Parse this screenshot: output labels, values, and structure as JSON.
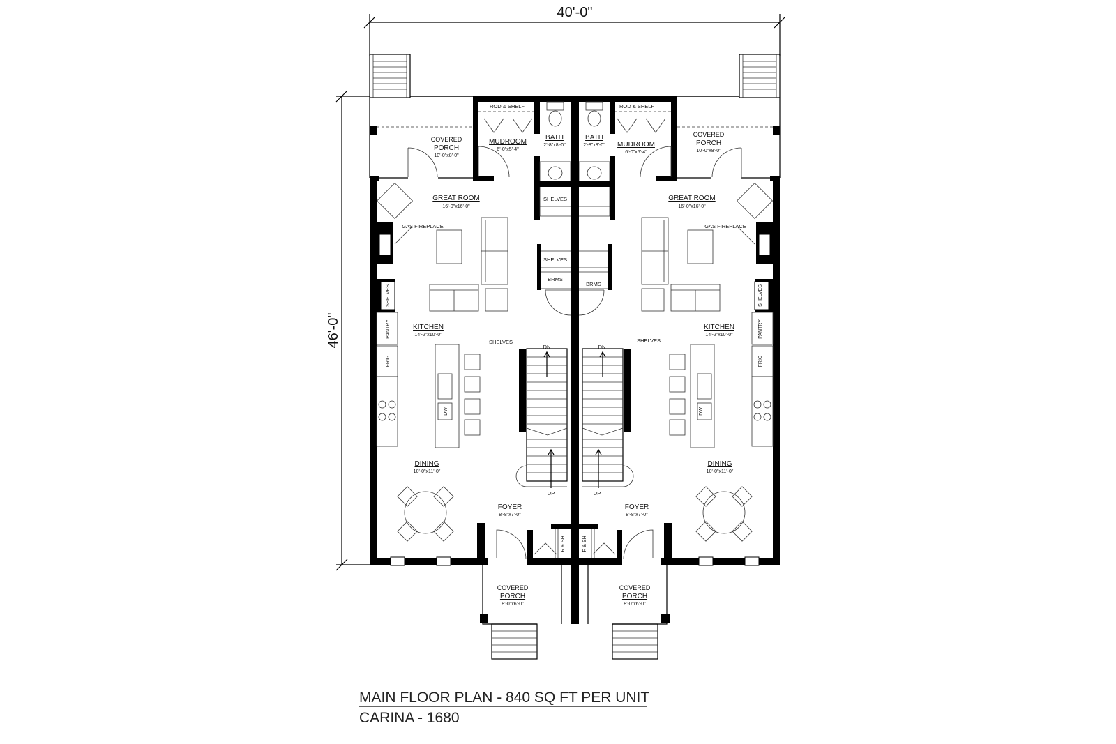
{
  "dimensions": {
    "width": "40'-0\"",
    "depth": "46'-0\""
  },
  "title": {
    "main": "MAIN FLOOR PLAN - 840 SQ FT PER UNIT",
    "sub": "CARINA - 1680"
  },
  "units": [
    {
      "rear_porch": {
        "l1": "COVERED",
        "l2": "PORCH",
        "size": "10'-0\"x8'-0\""
      },
      "rod_shelf": "ROD & SHELF",
      "mudroom": {
        "name": "MUDROOM",
        "size": "6'-0\"x5'-4\""
      },
      "bath": {
        "name": "BATH",
        "size": "2'-8\"x8'-0\""
      },
      "great_room": {
        "name": "GREAT ROOM",
        "size": "16'-0\"x16'-0\""
      },
      "gas_fireplace": "GAS FIREPLACE",
      "shelves_wall": "SHELVES",
      "pantry": "PANTRY",
      "frig": "FRIG",
      "shelves_closet_1": "SHELVES",
      "shelves_closet_2": "SHELVES",
      "brms": "BRMS",
      "kitchen": {
        "name": "KITCHEN",
        "size": "14'-2\"x10'-0\""
      },
      "shelves_stair": "SHELVES",
      "dn": "DN",
      "up": "UP",
      "dw": "DW",
      "dining": {
        "name": "DINING",
        "size": "10'-0\"x11'-0\""
      },
      "foyer": {
        "name": "FOYER",
        "size": "8'-8\"x7'-0\""
      },
      "r_sh": "R & SH",
      "front_porch": {
        "l1": "COVERED",
        "l2": "PORCH",
        "size": "8'-0\"x6'-0\""
      }
    },
    {
      "rear_porch": {
        "l1": "COVERED",
        "l2": "PORCH",
        "size": "10'-0\"x8'-0\""
      },
      "rod_shelf": "ROD & SHELF",
      "mudroom": {
        "name": "MUDROOM",
        "size": "6'-0\"x5'-4\""
      },
      "bath": {
        "name": "BATH",
        "size": "2'-8\"x8'-0\""
      },
      "great_room": {
        "name": "GREAT ROOM",
        "size": "16'-0\"x16'-0\""
      },
      "gas_fireplace": "GAS FIREPLACE",
      "shelves_wall": "SHELVES",
      "pantry": "PANTRY",
      "frig": "FRIG",
      "brms": "BRMS",
      "kitchen": {
        "name": "KITCHEN",
        "size": "14'-2\"x10'-0\""
      },
      "shelves_stair": "SHELVES",
      "dn": "DN",
      "up": "UP",
      "dw": "DW",
      "dining": {
        "name": "DINING",
        "size": "10'-0\"x11'-0\""
      },
      "foyer": {
        "name": "FOYER",
        "size": "8'-8\"x7'-0\""
      },
      "r_sh": "R & SH",
      "front_porch": {
        "l1": "COVERED",
        "l2": "PORCH",
        "size": "8'-0\"x6'-0\""
      }
    }
  ]
}
